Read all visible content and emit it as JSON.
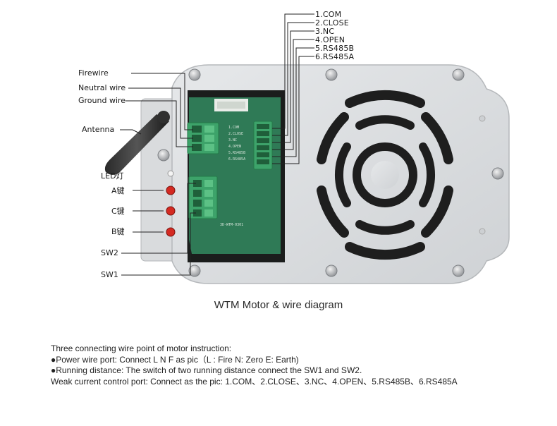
{
  "terminal_labels": [
    "1.COM",
    "2.CLOSE",
    "3.NC",
    "4.OPEN",
    "5.RS485B",
    "6.RS485A"
  ],
  "left_labels": {
    "firewire": "Firewire",
    "neutral_wire": "Neutral wire",
    "ground_wire": "Ground wire",
    "antenna": "Antenna",
    "led": "LED灯",
    "key_a": "A键",
    "key_c": "C键",
    "key_b": "B键",
    "sw2": "SW2",
    "sw1": "SW1"
  },
  "pcb_silkscreen": {
    "pins": [
      "1.COM",
      "2.CLOSE",
      "3.NC",
      "4.OPEN",
      "5.RS485B",
      "6.RS485A"
    ],
    "board_id": "3D-WTM-0301"
  },
  "caption": "WTM Motor & wire diagram",
  "instructions": {
    "heading": "Three connecting wire point of motor instruction:",
    "bullet_glyph": "●",
    "power": "Power wire port: Connect L N F as pic（L : Fire  N: Zero  E: Earth)",
    "running": "Running distance: The switch of two running distance connect the SW1 and SW2.",
    "weak": "Weak current control port: Connect as the pic: 1.COM、2.CLOSE、3.NC、4.OPEN、5.RS485B、6.RS485A"
  },
  "colors": {
    "housing": "#dcdee0",
    "housing_edge": "#b8bbbe",
    "pcb": "#2f7a56",
    "terminal": "#3da36a",
    "interior": "#1b1d1c",
    "led": "#d42a22",
    "leader": "#222222"
  }
}
